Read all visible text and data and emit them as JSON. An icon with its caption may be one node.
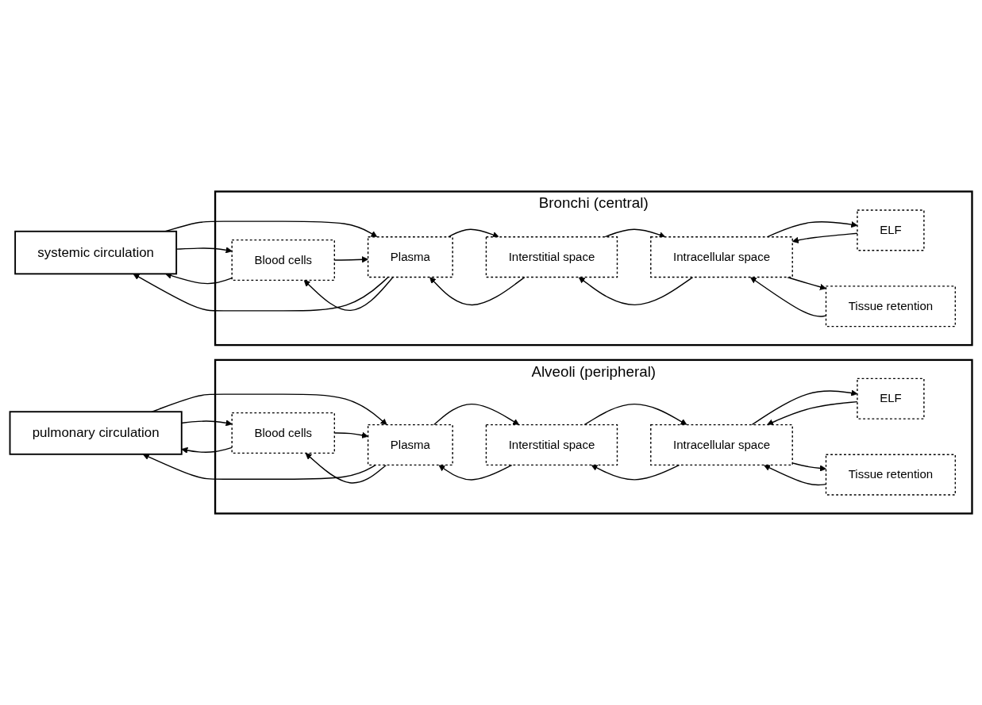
{
  "diagram": {
    "nodes": [
      {
        "text": [
          "pulmonary circulation"
        ]
      },
      {
        "text": [
          "Alveoli (peripheral)"
        ]
      },
      {
        "text": [
          "Blood cells"
        ],
        "in": 1
      },
      {
        "text": [
          "ELF"
        ],
        "in": 1
      },
      {
        "text": [
          "Plasma"
        ],
        "in": 1
      },
      {
        "text": [
          "Intracellular space"
        ],
        "in": 1
      },
      {
        "text": [
          "Interstitial space"
        ],
        "in": 1
      },
      {
        "text": [
          "Tissue retention"
        ],
        "in": 1
      },
      {
        "text": [
          "systemic circulation"
        ]
      },
      {
        "text": [
          "Bronchi (central)"
        ]
      },
      {
        "text": [
          "Blood cells"
        ],
        "in": 9
      },
      {
        "text": [
          "ELF"
        ],
        "in": 9
      },
      {
        "text": [
          "Plasma"
        ],
        "in": 9
      },
      {
        "text": [
          "Intracellular space"
        ],
        "in": 9
      },
      {
        "text": [
          "Interstitial space"
        ],
        "in": 9
      },
      {
        "text": [
          "Tissue retention"
        ],
        "in": 9
      }
    ],
    "edges": [
      {
        "from": 0,
        "to": 2,
        "arrow": "to"
      },
      {
        "from": 2,
        "to": 0,
        "arrow": "to"
      },
      {
        "from": 0,
        "to": 4,
        "arrow": "to"
      },
      {
        "from": 4,
        "to": 0,
        "arrow": "to"
      },
      {
        "from": 4,
        "to": 2,
        "arrow": "to"
      },
      {
        "from": 2,
        "to": 4,
        "arrow": "to"
      },
      {
        "from": 6,
        "to": 4,
        "arrow": "to"
      },
      {
        "from": 4,
        "to": 6,
        "arrow": "to"
      },
      {
        "from": 6,
        "to": 5,
        "arrow": "to"
      },
      {
        "from": 5,
        "to": 6,
        "arrow": "to"
      },
      {
        "from": 5,
        "to": 3,
        "arrow": "to"
      },
      {
        "from": 3,
        "to": 5,
        "arrow": "to"
      },
      {
        "from": 7,
        "to": 5,
        "arrow": "to"
      },
      {
        "from": 5,
        "to": 7,
        "arrow": "to"
      },
      {
        "from": 8,
        "to": 10,
        "arrow": "to"
      },
      {
        "from": 10,
        "to": 8,
        "arrow": "to"
      },
      {
        "from": 8,
        "to": 12,
        "arrow": "to"
      },
      {
        "from": 12,
        "to": 8,
        "arrow": "to"
      },
      {
        "from": 12,
        "to": 10,
        "arrow": "to"
      },
      {
        "from": 10,
        "to": 12,
        "arrow": "to"
      },
      {
        "from": 14,
        "to": 12,
        "arrow": "to"
      },
      {
        "from": 12,
        "to": 14,
        "arrow": "to"
      },
      {
        "from": 14,
        "to": 13,
        "arrow": "to"
      },
      {
        "from": 13,
        "to": 14,
        "arrow": "to"
      },
      {
        "from": 13,
        "to": 11,
        "arrow": "to"
      },
      {
        "from": 11,
        "to": 13,
        "arrow": "to"
      },
      {
        "from": 15,
        "to": 13,
        "arrow": "to"
      },
      {
        "from": 13,
        "to": 15,
        "arrow": "to"
      }
    ]
  }
}
